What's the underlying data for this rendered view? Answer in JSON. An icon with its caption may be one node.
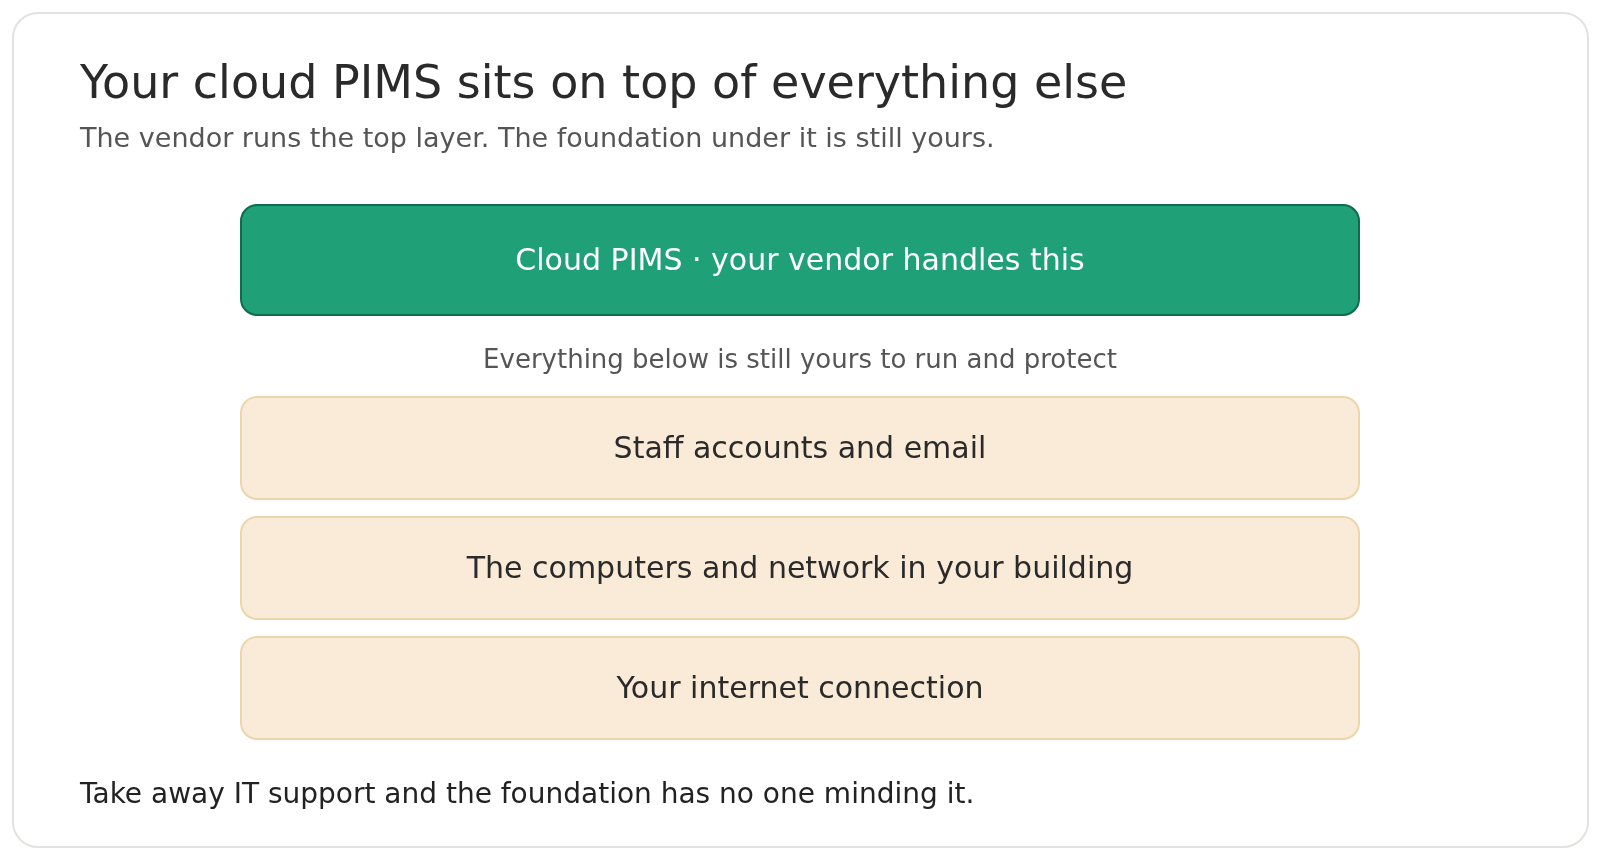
{
  "diagram": {
    "title": "Your cloud PIMS sits on top of everything else",
    "nodes": [
      {
        "text": [
          "Cloud PIMS · your vendor handles this"
        ]
      },
      {
        "text": [
          "Staff accounts and email"
        ]
      },
      {
        "text": [
          "The computers and network in your building"
        ]
      },
      {
        "text": [
          "Your internet connection"
        ]
      }
    ],
    "labels": [
      "The vendor runs the top layer. The foundation under it is still yours.",
      "Everything below is still yours to run and protect"
    ],
    "caption": "Take away IT support and the foundation has no one minding it."
  }
}
